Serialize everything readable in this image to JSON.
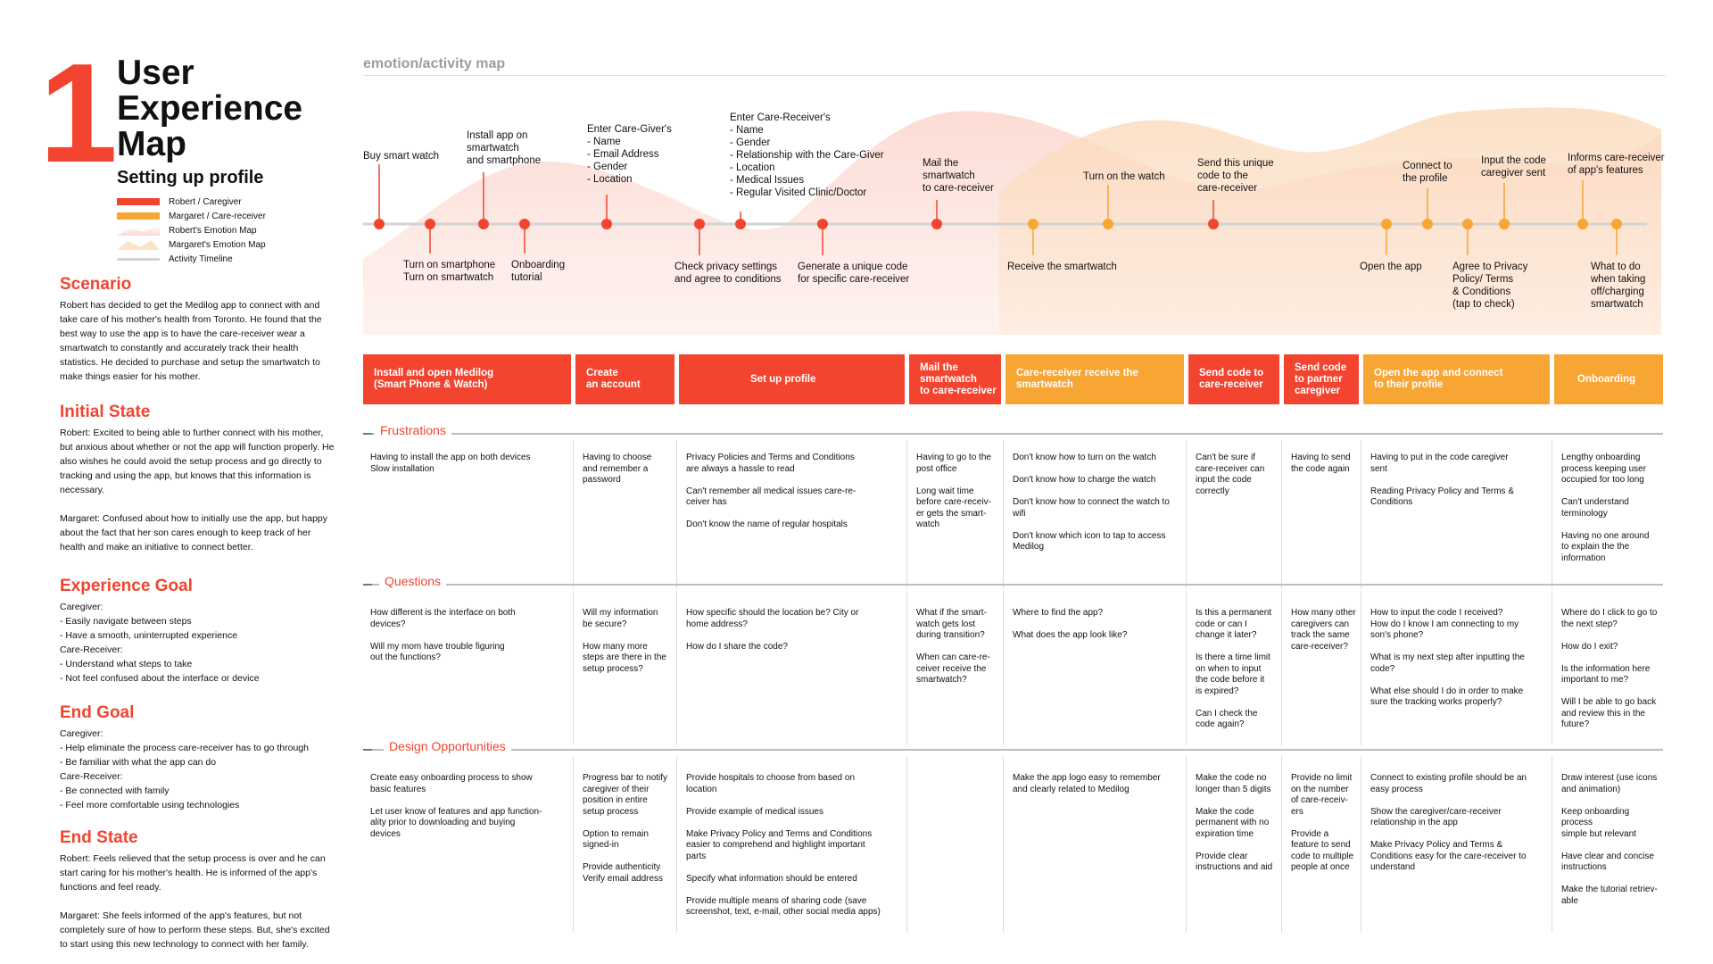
{
  "header": {
    "number": "1",
    "title": "User Experience Map",
    "subtitle": "Setting up profile",
    "legend": [
      {
        "label": "Robert / Caregiver",
        "color": "#f2442f"
      },
      {
        "label": "Margaret / Care-receiver",
        "color": "#f7a533"
      },
      {
        "label": "Robert's Emotion Map",
        "color": "#fbd9d2"
      },
      {
        "label": "Margaret's Emotion Map",
        "color": "#fbe3c8"
      },
      {
        "label": "Activity Timeline",
        "color": "#d3d3d3"
      }
    ]
  },
  "sidebar": {
    "scenario": {
      "heading": "Scenario",
      "body": "Robert has decided to get the Medilog app to connect with and take care of his mother's health from Toronto. He found that the best way to use the app is to have the care-receiver wear a smartwatch to constantly and accurately track their health statistics. He decided to purchase and setup the smartwatch to make things easier for his mother."
    },
    "initial_state": {
      "heading": "Initial State",
      "body": "Robert: Excited to being able to further connect with his mother, but anxious about whether or not the app will function properly. He also wishes he could avoid the setup process and go directly to tracking and using the app, but knows that this information is necessary.\n\nMargaret: Confused about how to initially use the app, but happy about the fact that her son cares enough to keep track of her health and make an initiative to connect better."
    },
    "experience_goal": {
      "heading": "Experience Goal",
      "body": "Caregiver:\n- Easily navigate between steps\n- Have a smooth, uninterrupted experience\nCare-Receiver:\n- Understand what steps to take\n- Not feel confused about the interface or device"
    },
    "end_goal": {
      "heading": "End Goal",
      "body": "Caregiver:\n- Help eliminate the process care-receiver has to go through\n- Be familiar with what the app can do\nCare-Receiver:\n- Be connected with family\n- Feel more comfortable using technologies"
    },
    "end_state": {
      "heading": "End State",
      "body": "Robert: Feels relieved that the setup process is over and he can start caring for his mother's health. He is informed of the app's functions and feel ready.\n\nMargaret: She feels informed of the app's features, but not completely sure of how to perform these steps. But, she's excited to start using this new technology to connect with her family."
    }
  },
  "map": {
    "label": "emotion/activity map",
    "events": [
      {
        "text": "Buy smart watch",
        "who": "caregiver"
      },
      {
        "text": "Turn on smartphone\nTurn on smartwatch",
        "who": "caregiver"
      },
      {
        "text": "Install app on\nsmartwatch\nand smartphone",
        "who": "caregiver"
      },
      {
        "text": "Onboarding\ntutorial",
        "who": "caregiver"
      },
      {
        "text": "Enter Care-Giver's\n- Name\n- Email Address\n- Gender\n- Location",
        "who": "caregiver"
      },
      {
        "text": "Check privacy settings\nand agree to conditions",
        "who": "caregiver"
      },
      {
        "text": "Enter Care-Receiver's\n- Name\n- Gender\n- Relationship with the Care-Giver\n- Location\n- Medical Issues\n- Regular Visited Clinic/Doctor",
        "who": "caregiver"
      },
      {
        "text": "Generate a unique code\nfor specific care-receiver",
        "who": "caregiver"
      },
      {
        "text": "Mail the\nsmartwatch\nto care-receiver",
        "who": "caregiver"
      },
      {
        "text": "Receive the smartwatch",
        "who": "receiver"
      },
      {
        "text": "Turn on the watch",
        "who": "receiver"
      },
      {
        "text": "Send this unique\ncode to the\ncare-receiver",
        "who": "caregiver"
      },
      {
        "text": "Open the app",
        "who": "receiver"
      },
      {
        "text": "Connect to\nthe profile",
        "who": "receiver"
      },
      {
        "text": "Agree to Privacy\nPolicy/ Terms\n& Conditions\n(tap to check)",
        "who": "receiver"
      },
      {
        "text": "Input the code\ncaregiver sent",
        "who": "receiver"
      },
      {
        "text": "Informs care-receiver\nof app's features",
        "who": "receiver"
      },
      {
        "text": "What to do\nwhen taking\noff/charging\nsmartwatch",
        "who": "receiver"
      }
    ]
  },
  "stages": [
    {
      "label": "Install and open Medilog\n(Smart Phone & Watch)",
      "who": "caregiver"
    },
    {
      "label": "Create\nan account",
      "who": "caregiver"
    },
    {
      "label": "Set up profile",
      "who": "caregiver"
    },
    {
      "label": "Mail the\nsmartwatch\nto care-receiver",
      "who": "caregiver"
    },
    {
      "label": "Care-receiver receive the\nsmartwatch",
      "who": "receiver"
    },
    {
      "label": "Send code to\ncare-receiver",
      "who": "caregiver"
    },
    {
      "label": "Send code\nto partner\ncaregiver",
      "who": "caregiver"
    },
    {
      "label": "Open the app and connect\nto their profile",
      "who": "receiver"
    },
    {
      "label": "Onboarding",
      "who": "receiver"
    }
  ],
  "rows": [
    {
      "heading": "Frustrations",
      "cells": [
        "Having to install the app on both devices\nSlow installation",
        "Having to choose\nand remember a\npassword",
        "Privacy Policies and Terms and Conditions\nare always a hassle to read\n\nCan't remember all medical issues care-re-\nceiver has\n\nDon't know the name of regular hospitals",
        "Having to go to the\npost office\n\nLong wait time\nbefore care-receiv-\ner gets the smart-\nwatch",
        "Don't know how to turn on the watch\n\nDon't know how to charge the watch\n\nDon't know how to connect the watch to\nwifi\n\nDon't know which icon to tap to access\nMedilog",
        "Can't be sure if\ncare-receiver can\ninput the code\ncorrectly",
        "Having to send\nthe code again",
        "Having to put in the code caregiver\nsent\n\nReading Privacy Policy and Terms &\nConditions",
        "Lengthy onboarding\nprocess keeping user\noccupied for too long\n\nCan't understand\nterminology\n\nHaving no one around\nto explain the the\ninformation"
      ]
    },
    {
      "heading": "Questions",
      "cells": [
        "How different is the interface on both\ndevices?\n\nWill my mom have trouble figuring\nout the functions?",
        "Will my information\nbe secure?\n\nHow many more\nsteps are there in the\nsetup process?",
        "How specific should the location be? City or\nhome address?\n\nHow do I share the code?",
        "What if the smart-\nwatch gets lost\nduring transition?\n\nWhen can care-re-\nceiver receive the\nsmartwatch?",
        "Where to find the app?\n\nWhat does the app look like?",
        "Is this a permanent\ncode or can I\nchange it later?\n\nIs there a time limit\non when to input\nthe code before it\nis expired?\n\nCan I check the\ncode again?",
        "How many other\ncaregivers can\ntrack the same\ncare-receiver?",
        "How to input the code I received?\nHow do I know I am connecting to my\nson's phone?\n\nWhat is my next step after inputting the\ncode?\n\nWhat else should I do in order to make\nsure the tracking works properly?",
        "Where do I click to go to\nthe next step?\n\nHow do I exit?\n\nIs the information here\nimportant to me?\n\nWill I be able to go back\nand review this in the\nfuture?"
      ]
    },
    {
      "heading": "Design Opportunities",
      "cells": [
        "Create easy onboarding process to show\nbasic features\n\nLet user know of features and app function-\nality prior to downloading and buying\ndevices",
        "Progress bar to notify\ncaregiver of their\nposition in entire\nsetup process\n\nOption to remain\nsigned-in\n\nProvide authenticity\nVerify email address",
        "Provide hospitals to choose from based on\nlocation\n\nProvide example of medical issues\n\nMake Privacy Policy and Terms and Conditions\neasier to comprehend and highlight important\nparts\n\nSpecify what information should be entered\n\nProvide multiple means of sharing code (save\nscreenshot, text, e-mail, other social media apps)",
        "",
        "Make the app logo easy to remember\nand clearly related to Medilog",
        "Make the code no\nlonger than 5 digits\n\nMake the code\npermanent with no\nexpiration time\n\nProvide clear\ninstructions and aid",
        "Provide no limit\non the number\nof care-receiv-\ners\n\nProvide a\nfeature to send\ncode to multiple\npeople at once",
        "Connect to existing profile should be an\neasy process\n\nShow the caregiver/care-receiver\nrelationship in the app\n\nMake Privacy Policy and Terms &\nConditions easy for the care-receiver to\nunderstand",
        "Draw interest (use icons\nand animation)\n\nKeep onboarding process\nsimple but relevant\n\nHave clear and concise\ninstructions\n\nMake the tutorial retriev-\nable"
      ]
    }
  ]
}
